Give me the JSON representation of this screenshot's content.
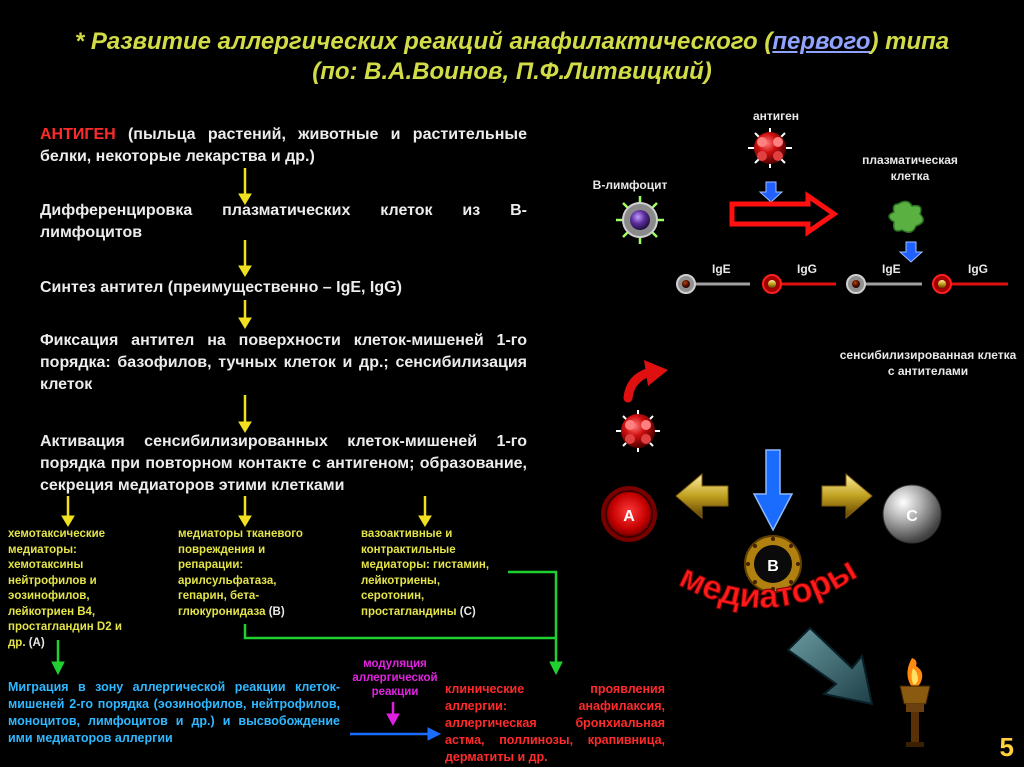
{
  "title": {
    "line1_prefix": "*  Развитие аллергических реакций анафилактического (",
    "line1_link": "первого",
    "line1_suffix": ") типа",
    "line2": "(по: В.А.Воинов, П.Ф.Литвицкий)"
  },
  "flow": {
    "step1_red": "АНТИГЕН",
    "step1_text": " (пыльца растений, животные и растительные белки, некоторые лекарства и др.)",
    "step2": "Дифференцировка плазматических клеток из В-лимфоцитов",
    "step3": "Синтез антител (преимущественно – IgE, IgG)",
    "step4": "Фиксация антител на поверхности клеток-мишеней 1-го порядка: базофилов, тучных клеток и др.; сенсибилизация клеток",
    "step5": "Активация сенсибилизированных клеток-мишеней 1-го порядка при повторном контакте с антигеном; образование, секреция медиаторов этими клетками"
  },
  "mediators": {
    "a_text": "хемотаксические медиаторы: хемотаксины нейтрофилов и эозинофилов, лейкотриен В4, простагландин D2 и др.",
    "a_tag": " (А)",
    "b_text": "медиаторы тканевого повреждения и репарации: арилсульфатаза, гепарин, бета-глюкуронидаза",
    "b_tag": " (В)",
    "c_text": "вазоактивные и контрактильные медиаторы: гистамин, лейкотриены, серотонин, простагландины",
    "c_tag": " (С)"
  },
  "bottom": {
    "migration": "Миграция в зону аллергической реакции клеток-мишеней 2-го порядка (эозинофилов, нейтрофилов, моноцитов, лимфоцитов и др.) и высвобождение ими медиаторов аллергии",
    "modulation": "модуляция аллергической реакции",
    "clinical": "клинические проявления аллергии: анафилаксия, аллергическая бронхиальная астма, поллинозы, крапивница, дерматиты и др."
  },
  "scheme": {
    "antigen_label": "антиген",
    "b_lymphocyte_label": "В-лимфоцит",
    "plasma_cell_label": "плазматическая клетка",
    "ige_label": "IgE",
    "igg_label": "IgG",
    "sensitized_label": "сенсибилизированная клетка с антителами",
    "mediators_word": "медиаторы",
    "ball_a": "А",
    "ball_b": "В",
    "ball_c": "С"
  },
  "page_number": "5",
  "colors": {
    "background": "#000000",
    "title": "#d2dc46",
    "arrow_yellow": "#f0e020",
    "arrow_green": "#20d030",
    "arrow_blue": "#1a6cff",
    "red": "#ff2020"
  }
}
